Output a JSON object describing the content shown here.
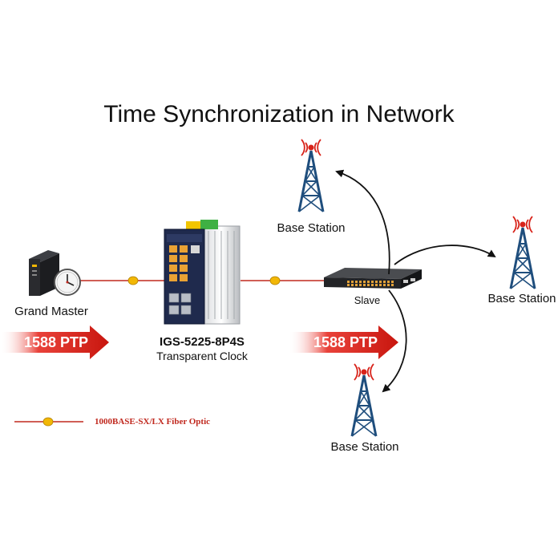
{
  "title": "Time Synchronization in Network",
  "nodes": {
    "grand_master": "Grand Master",
    "switch_model": "IGS-5225-8P4S",
    "switch_role": "Transparent Clock",
    "slave": "Slave",
    "base_station_top": "Base Station",
    "base_station_right": "Base Station",
    "base_station_bottom": "Base Station"
  },
  "ptp": {
    "left": "1588 PTP",
    "right": "1588 PTP"
  },
  "legend": {
    "fiber_label": "1000BASE-SX/LX Fiber Optic"
  },
  "colors": {
    "fiber": "#c0281e",
    "ptp_arrow": "#d8231a",
    "connector": "#f2b705",
    "tower": "#1f4e7d",
    "signal": "#d8231a"
  }
}
